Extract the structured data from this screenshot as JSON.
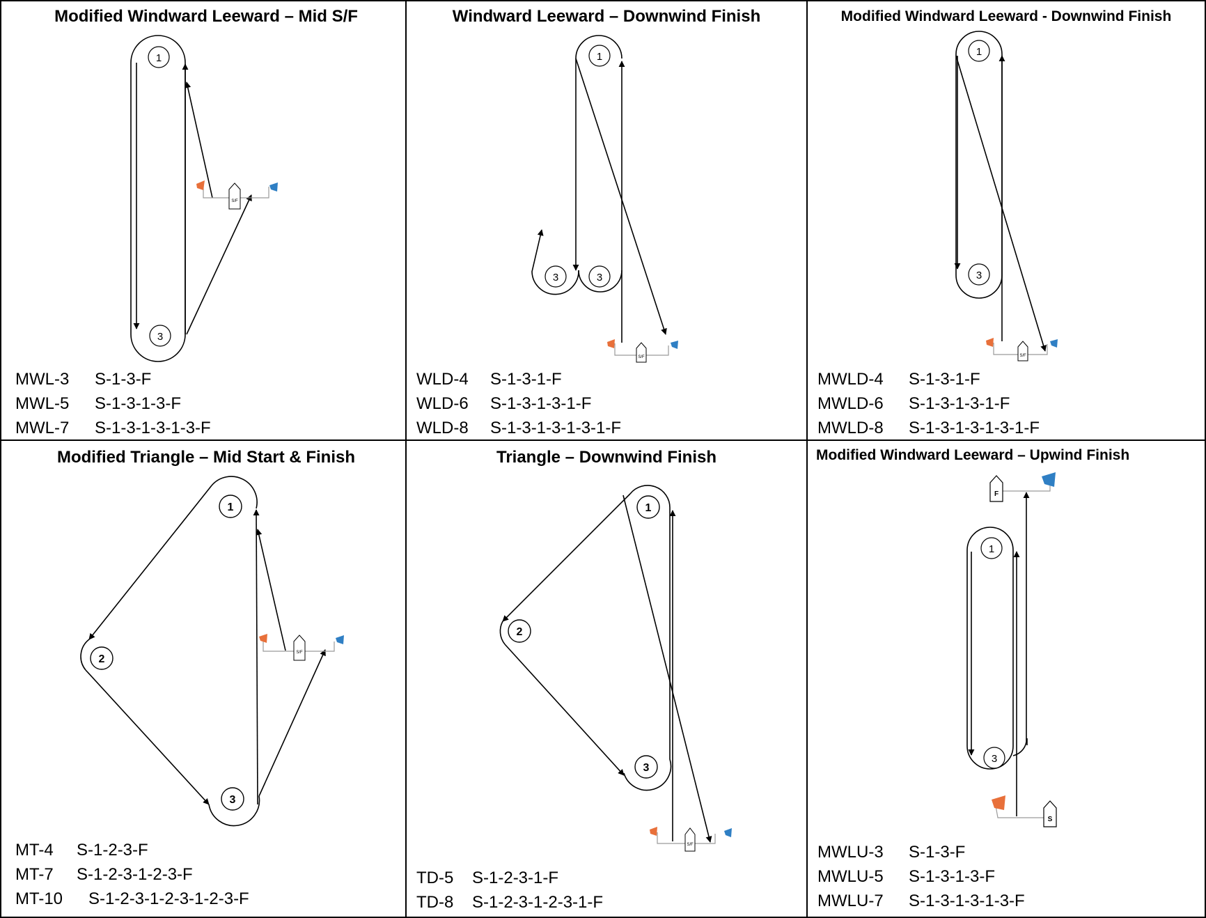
{
  "colors": {
    "orange_flag": "#e8703a",
    "blue_flag": "#2f7fc4",
    "line": "#000000",
    "gray_line": "#9a9a9a"
  },
  "panels": [
    {
      "title": "Modified Windward Leeward – Mid S/F",
      "marks": [
        "1",
        "3"
      ],
      "boat": "S/F",
      "courses": [
        {
          "code": "MWL-3",
          "seq": "S-1-3-F"
        },
        {
          "code": "MWL-5",
          "seq": "S-1-3-1-3-F"
        },
        {
          "code": "MWL-7",
          "seq": "S-1-3-1-3-1-3-F"
        }
      ]
    },
    {
      "title": "Windward Leeward – Downwind Finish",
      "marks": [
        "1",
        "3",
        "3"
      ],
      "boat": "S/F",
      "courses": [
        {
          "code": "WLD-4",
          "seq": "S-1-3-1-F"
        },
        {
          "code": "WLD-6",
          "seq": "S-1-3-1-3-1-F"
        },
        {
          "code": "WLD-8",
          "seq": "S-1-3-1-3-1-3-1-F"
        }
      ]
    },
    {
      "title": "Modified Windward Leeward - Downwind Finish",
      "marks": [
        "1",
        "3"
      ],
      "boat": "S/F",
      "courses": [
        {
          "code": "MWLD-4",
          "seq": "S-1-3-1-F"
        },
        {
          "code": "MWLD-6",
          "seq": "S-1-3-1-3-1-F"
        },
        {
          "code": "MWLD-8",
          "seq": "S-1-3-1-3-1-3-1-F"
        }
      ]
    },
    {
      "title": "Modified Triangle – Mid Start & Finish",
      "marks": [
        "1",
        "2",
        "3"
      ],
      "boat": "S/F",
      "courses": [
        {
          "code": "MT-4",
          "seq": "S-1-2-3-F"
        },
        {
          "code": "MT-7",
          "seq": "S-1-2-3-1-2-3-F"
        },
        {
          "code": "MT-10",
          "seq": "S-1-2-3-1-2-3-1-2-3-F"
        }
      ]
    },
    {
      "title": "Triangle – Downwind Finish",
      "marks": [
        "1",
        "2",
        "3"
      ],
      "boat": "S/F",
      "courses": [
        {
          "code": "TD-5",
          "seq": "S-1-2-3-1-F"
        },
        {
          "code": "TD-8",
          "seq": "S-1-2-3-1-2-3-1-F"
        }
      ]
    },
    {
      "title": "Modified Windward Leeward – Upwind Finish",
      "marks": [
        "1",
        "3"
      ],
      "boats": [
        "F",
        "S"
      ],
      "courses": [
        {
          "code": "MWLU-3",
          "seq": "S-1-3-F"
        },
        {
          "code": "MWLU-5",
          "seq": "S-1-3-1-3-F"
        },
        {
          "code": "MWLU-7",
          "seq": "S-1-3-1-3-1-3-F"
        }
      ]
    }
  ]
}
